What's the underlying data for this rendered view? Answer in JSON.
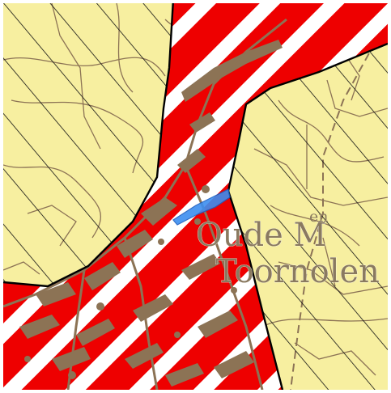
{
  "map": {
    "labels": {
      "place_name_line1": "Oude M",
      "place_name_superscript": "en",
      "place_name_line2": "Toornolen"
    },
    "colors": {
      "background_zone": "#f7efa0",
      "corridor_red": "#ee0000",
      "corridor_white": "#ffffff",
      "hatch_line": "#111111",
      "zone_outline": "#000000",
      "topo_lines": "#8c7355",
      "highlight_parcel": "#3d8ef0",
      "frame": "#ffffff"
    }
  }
}
